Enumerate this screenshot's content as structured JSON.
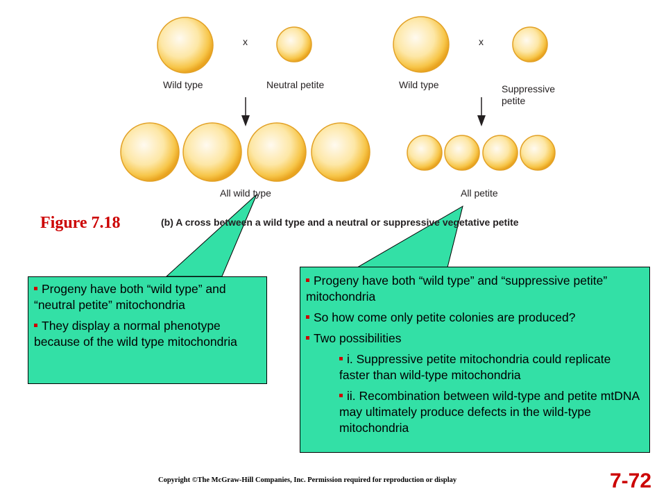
{
  "figure": {
    "labels": {
      "wild_type_1": "Wild type",
      "neutral_petite": "Neutral petite",
      "wild_type_2": "Wild type",
      "suppressive_petite": "Suppressive petite",
      "all_wild_type": "All wild type",
      "all_petite": "All petite",
      "cross_symbol": "x"
    },
    "title": "Figure 7.18",
    "caption": "(b) A cross between a wild type and a neutral or suppressive vegetative petite"
  },
  "callouts": {
    "left": [
      "Progeny have both “wild type” and “neutral petite” mitochondria",
      "They display a normal phenotype because of the wild type mitochondria"
    ],
    "right": [
      "Progeny have both “wild type” and “suppressive petite” mitochondria",
      "So how come only petite colonies are produced?",
      "Two possibilities"
    ],
    "right_sub": [
      "i. Suppressive petite mitochondria could replicate faster than wild-type mitochondria",
      "ii. Recombination between wild-type and petite mtDNA may ultimately produce defects in the wild-type mitochondria"
    ]
  },
  "footer": {
    "copyright": "Copyright ©The McGraw-Hill Companies, Inc. Permission required for reproduction or display",
    "slide_number": "7-72"
  },
  "colors": {
    "cell_fill": "#f7c64a",
    "callout_fill": "#33e0a6",
    "accent_red": "#cc0000"
  }
}
